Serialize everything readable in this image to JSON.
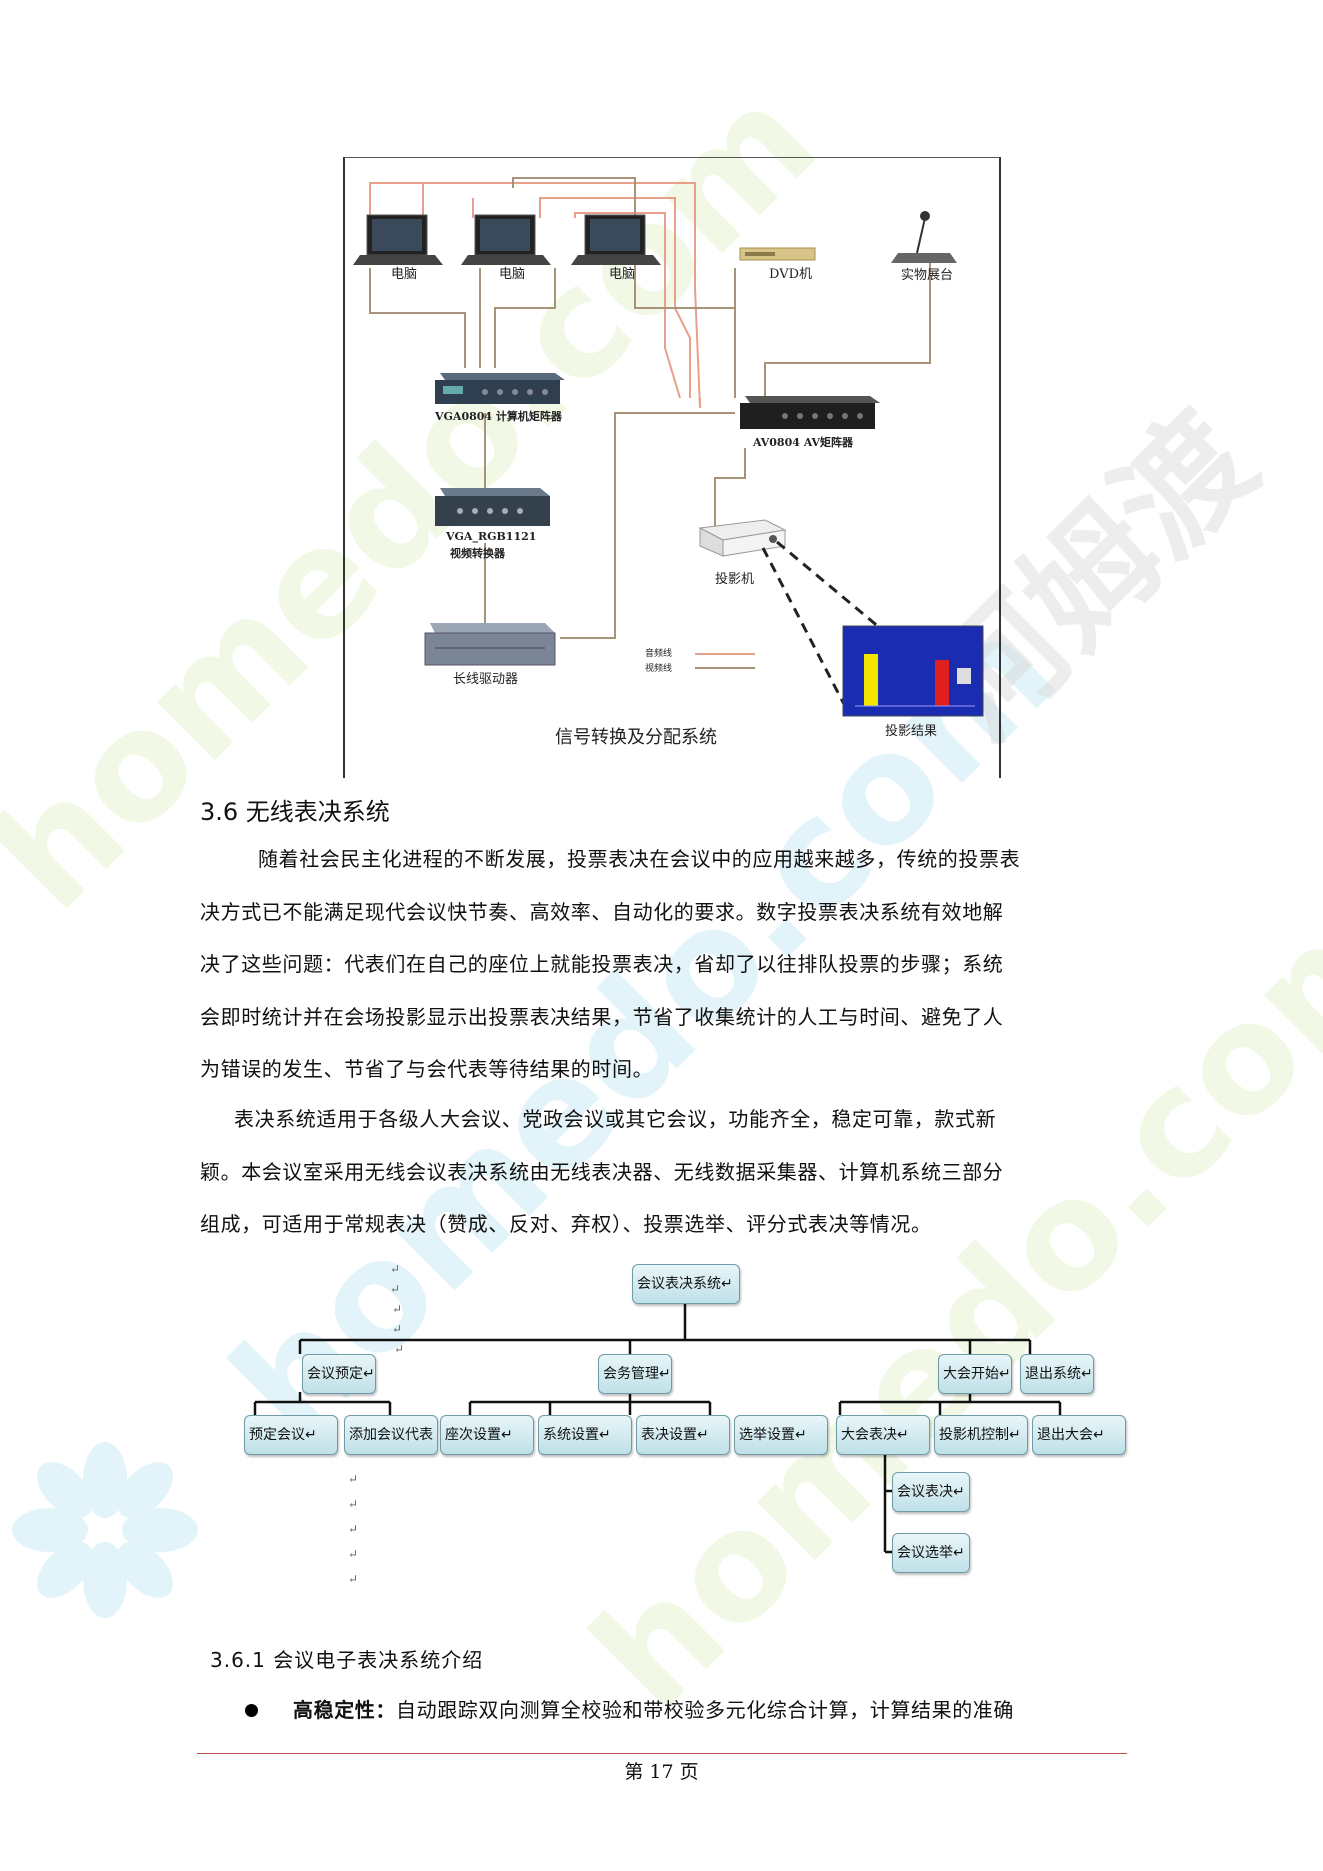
{
  "figure1": {
    "labels": {
      "pc1": "电脑",
      "pc2": "电脑",
      "pc3": "电脑",
      "dvd": "DVD机",
      "visualizer": "实物展台",
      "vga_matrix": "VGA0804 计算机矩阵器",
      "av_matrix": "AV0804   AV矩阵器",
      "converter_line1": "VGA_RGB1121",
      "converter_line2": "视频转换器",
      "projector": "投影机",
      "long_driver": "长线驱动器",
      "legend_audio": "音频线",
      "legend_video": "视频线",
      "projection_result": "投影结果"
    },
    "caption": "信号转换及分配系统",
    "colors": {
      "audio": "#e8a08a",
      "video": "#9a8a6a"
    }
  },
  "section": {
    "heading": "3.6 无线表决系统",
    "paragraphs": [
      [
        "随着社会民主化进程的不断发展，投票表决在会议中的应用越来越多，传统的投票表",
        "决方式已不能满足现代会议快节奏、高效率、自动化的要求。数字投票表决系统有效地解",
        "决了这些问题：代表们在自己的座位上就能投票表决，省却了以往排队投票的步骤；系统",
        "会即时统计并在会场投影显示出投票表决结果，节省了收集统计的人工与时间、避免了人",
        "为错误的发生、节省了与会代表等待结果的时间。"
      ],
      [
        "表决系统适用于各级人大会议、党政会议或其它会议，功能齐全，稳定可靠，款式新",
        "颖。本会议室采用无线会议表决系统由无线表决器、无线数据采集器、计算机系统三部分",
        "组成，可适用于常规表决（赞成、反对、弃权）、投票选举、评分式表决等情况。"
      ]
    ]
  },
  "org_chart": {
    "root": "会议表决系统↵",
    "level1": [
      "会议预定↵",
      "会务管理↵",
      "大会开始↵",
      "退出系统↵"
    ],
    "level2": [
      "预定会议↵",
      "添加会议代表",
      "座次设置↵",
      "系统设置↵",
      "表决设置↵",
      "选举设置↵",
      "大会表决↵",
      "投影机控制↵",
      "退出大会↵"
    ],
    "level3": [
      "会议表决↵",
      "会议选举↵"
    ],
    "para_mark": "↵"
  },
  "subsection": {
    "heading": "3.6.1 会议电子表决系统介绍",
    "bullet_term": "高稳定性：",
    "bullet_text": "自动跟踪双向测算全校验和带校验多元化综合计算，计算结果的准确"
  },
  "footer": {
    "page": "第 17 页"
  },
  "watermark": {
    "en": "homedo.com",
    "cn": "河姆渡"
  }
}
